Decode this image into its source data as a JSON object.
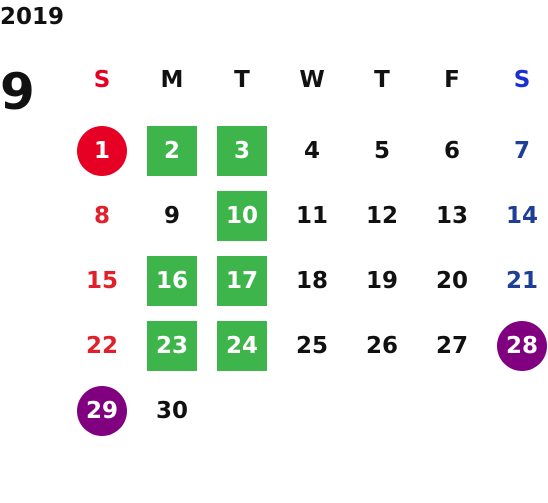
{
  "calendar": {
    "year": "2019",
    "month": "9",
    "weekdays": [
      "S",
      "M",
      "T",
      "W",
      "T",
      "F",
      "S"
    ],
    "weekday_colors": [
      "#e60023",
      "#111111",
      "#111111",
      "#111111",
      "#111111",
      "#111111",
      "#1a2fd6"
    ],
    "colors": {
      "highlight_green": "#3db54a",
      "circle_red": "#e60023",
      "circle_purple": "#800080",
      "sunday_text": "#e0202a",
      "saturday_text": "#1f3f96"
    },
    "weeks": [
      [
        {
          "day": "1",
          "style": "circle-red"
        },
        {
          "day": "2",
          "style": "box"
        },
        {
          "day": "3",
          "style": "box"
        },
        {
          "day": "4",
          "style": "plain"
        },
        {
          "day": "5",
          "style": "plain"
        },
        {
          "day": "6",
          "style": "plain"
        },
        {
          "day": "7",
          "style": "sat"
        }
      ],
      [
        {
          "day": "8",
          "style": "sun"
        },
        {
          "day": "9",
          "style": "plain"
        },
        {
          "day": "10",
          "style": "box"
        },
        {
          "day": "11",
          "style": "plain"
        },
        {
          "day": "12",
          "style": "plain"
        },
        {
          "day": "13",
          "style": "plain"
        },
        {
          "day": "14",
          "style": "sat"
        }
      ],
      [
        {
          "day": "15",
          "style": "sun"
        },
        {
          "day": "16",
          "style": "box"
        },
        {
          "day": "17",
          "style": "box"
        },
        {
          "day": "18",
          "style": "plain"
        },
        {
          "day": "19",
          "style": "plain"
        },
        {
          "day": "20",
          "style": "plain"
        },
        {
          "day": "21",
          "style": "sat"
        }
      ],
      [
        {
          "day": "22",
          "style": "sun"
        },
        {
          "day": "23",
          "style": "box"
        },
        {
          "day": "24",
          "style": "box"
        },
        {
          "day": "25",
          "style": "plain"
        },
        {
          "day": "26",
          "style": "plain"
        },
        {
          "day": "27",
          "style": "plain"
        },
        {
          "day": "28",
          "style": "circle-purple"
        }
      ],
      [
        {
          "day": "29",
          "style": "circle-purple"
        },
        {
          "day": "30",
          "style": "plain"
        },
        {
          "day": "",
          "style": "empty"
        },
        {
          "day": "",
          "style": "empty"
        },
        {
          "day": "",
          "style": "empty"
        },
        {
          "day": "",
          "style": "empty"
        },
        {
          "day": "",
          "style": "empty"
        }
      ]
    ]
  }
}
